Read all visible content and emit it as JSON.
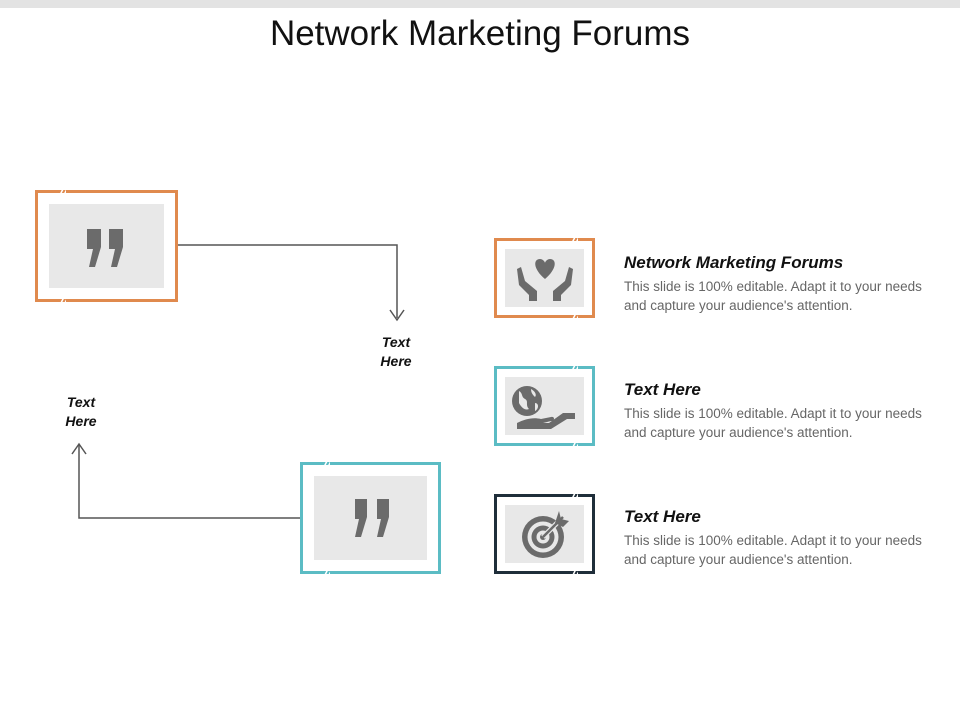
{
  "slide": {
    "title": "Network Marketing Forums"
  },
  "colors": {
    "orange": "#e08a4e",
    "teal": "#5bbcc4",
    "navy": "#1f2e3a",
    "icon_gray": "#6b6b6b",
    "inner_gray": "#e8e8e8"
  },
  "quotes": {
    "open_icon": "open-quote-icon",
    "close_icon": "close-quote-icon",
    "label_top": "Text Here",
    "label_left": "Text Here"
  },
  "items": [
    {
      "title": "Network Marketing Forums",
      "desc": "This slide is 100% editable. Adapt it to your needs and capture your audience's attention.",
      "icon": "heart-hands-icon"
    },
    {
      "title": "Text Here",
      "desc": "This slide is 100% editable. Adapt it to your needs and capture your audience's attention.",
      "icon": "globe-hand-icon"
    },
    {
      "title": "Text Here",
      "desc": "This slide is 100% editable. Adapt it to your needs and capture your audience's attention.",
      "icon": "target-icon"
    }
  ]
}
